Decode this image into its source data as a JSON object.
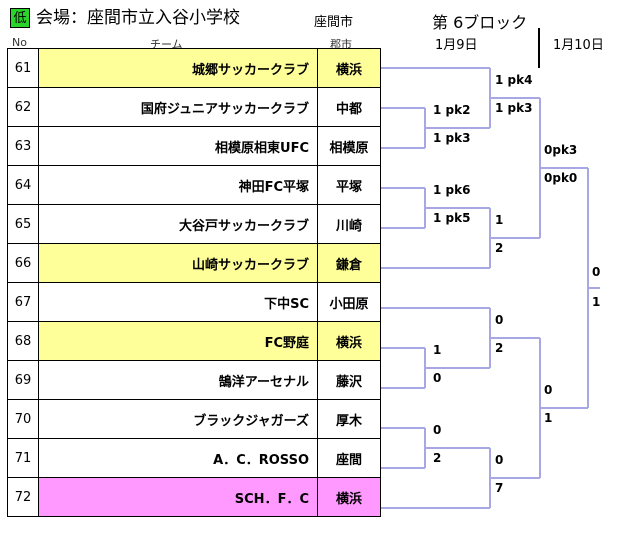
{
  "header": {
    "badge": "低",
    "venue": "会場：座間市立入谷小学校",
    "venue_city": "座間市",
    "block": "第 6ブロック",
    "date_round1": "1月9日",
    "date_round2": "1月10日",
    "col_no": "No",
    "col_team": "チーム",
    "col_city": "郡市"
  },
  "teams": [
    {
      "no": "61",
      "name": "城郷サッカークラブ",
      "city": "横浜",
      "color": "#ffff99"
    },
    {
      "no": "62",
      "name": "国府ジュニアサッカークラブ",
      "city": "中都",
      "color": "#ffffff"
    },
    {
      "no": "63",
      "name": "相模原相東UFC",
      "city": "相模原",
      "color": "#ffffff"
    },
    {
      "no": "64",
      "name": "神田FC平塚",
      "city": "平塚",
      "color": "#ffffff"
    },
    {
      "no": "65",
      "name": "大谷戸サッカークラブ",
      "city": "川崎",
      "color": "#ffffff"
    },
    {
      "no": "66",
      "name": "山崎サッカークラブ",
      "city": "鎌倉",
      "color": "#ffff99"
    },
    {
      "no": "67",
      "name": "下中SC",
      "city": "小田原",
      "color": "#ffffff"
    },
    {
      "no": "68",
      "name": "FC野庭",
      "city": "横浜",
      "color": "#ffff99"
    },
    {
      "no": "69",
      "name": "鵠洋アーセナル",
      "city": "藤沢",
      "color": "#ffffff"
    },
    {
      "no": "70",
      "name": "ブラックジャガーズ",
      "city": "厚木",
      "color": "#ffffff"
    },
    {
      "no": "71",
      "name": "A．C．ROSSO",
      "city": "座間",
      "color": "#ffffff"
    },
    {
      "no": "72",
      "name": "SCH．F．C",
      "city": "横浜",
      "color": "#ff99ff"
    }
  ],
  "scores": {
    "m62_63_top": "1 pk2",
    "m62_63_bot": "1 pk3",
    "m64_65_top": "1 pk6",
    "m64_65_bot": "1 pk5",
    "m68_69_top": "1",
    "m68_69_bot": "0",
    "m70_71_top": "0",
    "m70_71_bot": "2",
    "r2a_top": "1 pk4",
    "r2a_bot": "1 pk3",
    "r2b_top": "1",
    "r2b_bot": "2",
    "r2c_top": "0",
    "r2c_bot": "2",
    "r2d_top": "0",
    "r2d_bot": "7",
    "sf1_top": "0pk3",
    "sf1_bot": "0pk0",
    "sf2_top": "0",
    "sf2_bot": "1",
    "final_top": "0",
    "final_bot": "1"
  },
  "colors": {
    "bracket_line": "#a7a7e6",
    "highlight_yellow": "#ffff99",
    "highlight_pink": "#ff99ff",
    "badge_green": "#2bd42b"
  }
}
